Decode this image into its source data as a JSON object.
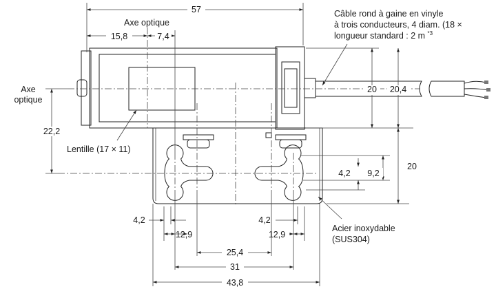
{
  "dimensions": {
    "d57": "57",
    "d15_8": "15,8",
    "d7_4": "7,4",
    "d22_2": "22,2",
    "d20_left": "20",
    "d20_4": "20,4",
    "d20_bracket": "20",
    "d4_2_right": "4,2",
    "d9_2": "9,2",
    "d4_2_bottom_left": "4,2",
    "d12_9_left": "12,9",
    "d4_2_bottom_right": "4,2",
    "d12_9_right": "12,9",
    "d25_4": "25,4",
    "d31": "31",
    "d43_8": "43,8"
  },
  "labels": {
    "optical_axis_top": "Axe optique",
    "optical_axis_left_1": "Axe",
    "optical_axis_left_2": "optique",
    "cable_line_1": "Câble rond à gaine en vinyle",
    "cable_line_2": "à trois conducteurs, 4 diam. (18 ×",
    "cable_line_3": "longueur standard : 2 m ",
    "cable_note": "*3",
    "lens": "Lentille (17 × 11)",
    "material_1": "Acier inoxydable",
    "material_2": "(SUS304)"
  },
  "colors": {
    "line": "#222222",
    "sensor_fill": "#d6d6d6",
    "bracket_fill": "#ffffff",
    "cable_fill": "#d9d9d9"
  }
}
